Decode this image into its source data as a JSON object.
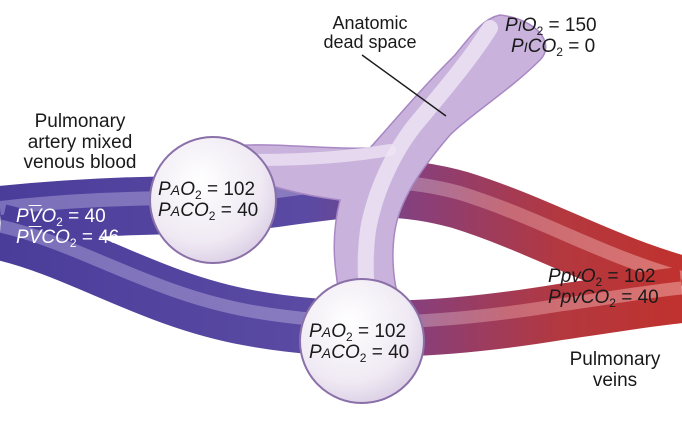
{
  "labels": {
    "dead_space": [
      "Anatomic",
      "dead space"
    ],
    "pulmonary_artery": [
      "Pulmonary",
      "artery mixed",
      "venous blood"
    ],
    "pulmonary_veins": [
      "Pulmonary",
      "veins"
    ]
  },
  "values": {
    "inspired": {
      "pio2": "= 150",
      "pico2": "= 0"
    },
    "alveolus_upper": {
      "pao2": "= 102",
      "paco2": "= 40"
    },
    "alveolus_lower": {
      "pao2": "= 102",
      "paco2": "= 40"
    },
    "mixed_venous": {
      "pvo2": "= 40",
      "pvco2": "= 46"
    },
    "pulmonary_vein": {
      "ppvo2": "= 102",
      "ppvco2": "= 40"
    }
  },
  "colors": {
    "venous": "#4a3d9a",
    "arterial": "#c0322e",
    "airway": "#c9b3dc",
    "alveolus": "#efe9f3"
  }
}
